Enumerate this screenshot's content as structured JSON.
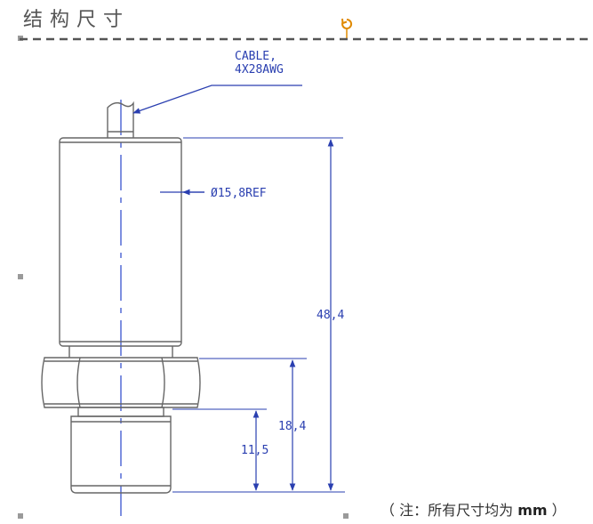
{
  "title": "结构尺寸",
  "labels": {
    "cable_line1": "CABLE,",
    "cable_line2": "4X28AWG",
    "diameter": "Ø15,8REF",
    "total_height": "48,4",
    "thread_plus_hex": "18,4",
    "thread_length": "11,5"
  },
  "note": {
    "open": "（",
    "text": "注：所有尺寸均为",
    "unit": "mm",
    "close": "）"
  },
  "colors": {
    "outline": "#666666",
    "dimension": "#2a3fb0",
    "centerline": "#3a55d0",
    "dashed_rule": "#555555",
    "rotate_handle": "#e08a00"
  },
  "icons": [
    "rotate-handle-icon",
    "selection-handle-icon"
  ]
}
